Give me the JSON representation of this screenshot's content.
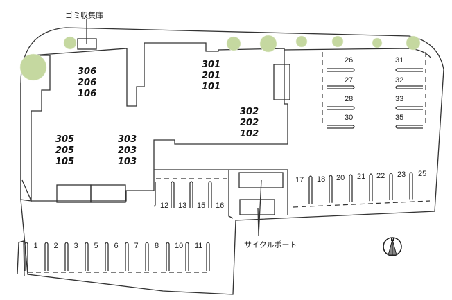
{
  "map": {
    "labels": {
      "garbage_storage": "ゴミ収集庫",
      "cycle_port": "サイクルポート"
    },
    "buildings": [
      {
        "id": "west-north",
        "units": [
          "306",
          "206",
          "106"
        ]
      },
      {
        "id": "west-south-left",
        "units": [
          "305",
          "205",
          "105"
        ]
      },
      {
        "id": "west-south-right",
        "units": [
          "303",
          "203",
          "103"
        ]
      },
      {
        "id": "east-north",
        "units": [
          "301",
          "201",
          "101"
        ]
      },
      {
        "id": "east-south",
        "units": [
          "302",
          "202",
          "102"
        ]
      }
    ],
    "parking": {
      "bottom_row": [
        "1",
        "2",
        "3",
        "5",
        "6",
        "7",
        "8",
        "10",
        "11"
      ],
      "middle_row": [
        "12",
        "13",
        "15",
        "16"
      ],
      "right_row": [
        "17",
        "18",
        "20",
        "21",
        "22",
        "23",
        "25"
      ],
      "top_left_column": [
        "26",
        "27",
        "28",
        "30"
      ],
      "top_right_column": [
        "31",
        "32",
        "33",
        "35"
      ]
    },
    "compass": {
      "icon": "north-arrow-icon",
      "label": "N"
    },
    "colors": {
      "tree": "#c5d8a0",
      "line": "#333333"
    }
  }
}
